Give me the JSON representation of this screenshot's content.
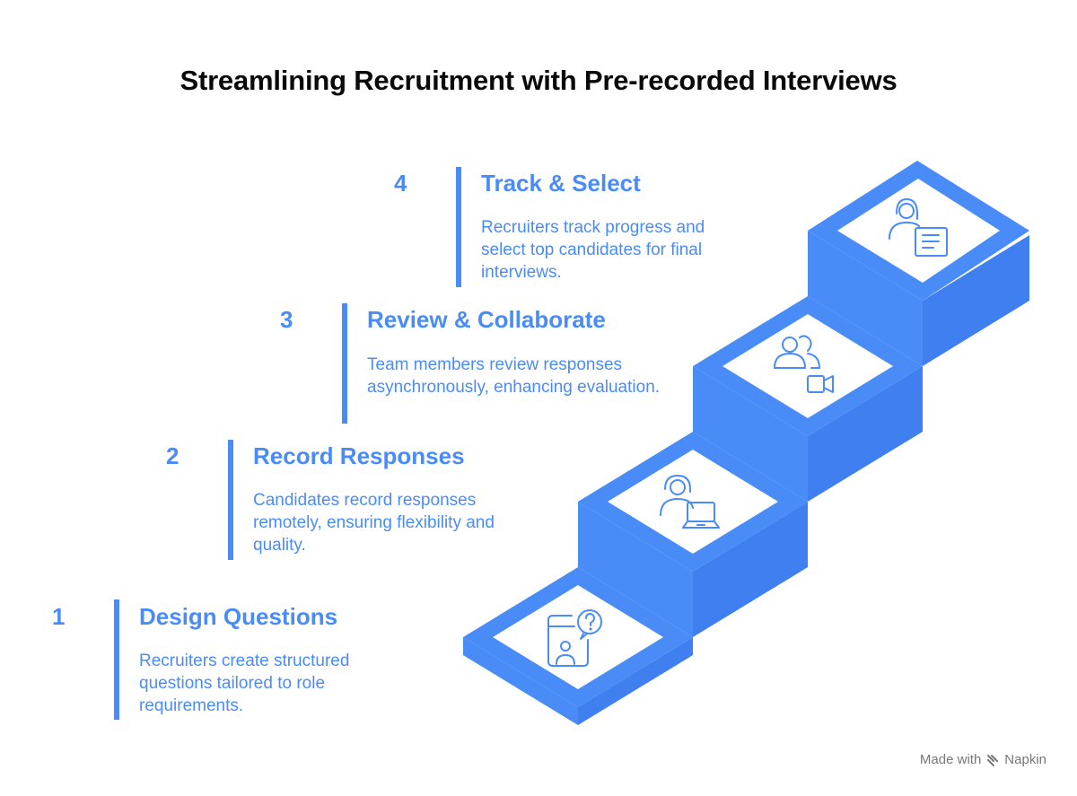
{
  "title": "Streamlining Recruitment with Pre-recorded Interviews",
  "steps": [
    {
      "number": "1",
      "heading": "Design Questions",
      "description": "Recruiters create structured questions tailored to role requirements.",
      "icon": "phone-question-icon"
    },
    {
      "number": "2",
      "heading": "Record Responses",
      "description": "Candidates record responses remotely, ensuring flexibility and quality.",
      "icon": "person-laptop-icon"
    },
    {
      "number": "3",
      "heading": "Review & Collaborate",
      "description": "Team members review responses asynchronously, enhancing evaluation.",
      "icon": "team-video-icon"
    },
    {
      "number": "4",
      "heading": "Track & Select",
      "description": "Recruiters track progress and select top candidates for final interviews.",
      "icon": "person-document-icon"
    }
  ],
  "footer": {
    "made_with": "Made with",
    "brand": "Napkin"
  },
  "colors": {
    "accent": "#4a8cf7",
    "title": "#0a0a0a",
    "footer": "#777777"
  }
}
